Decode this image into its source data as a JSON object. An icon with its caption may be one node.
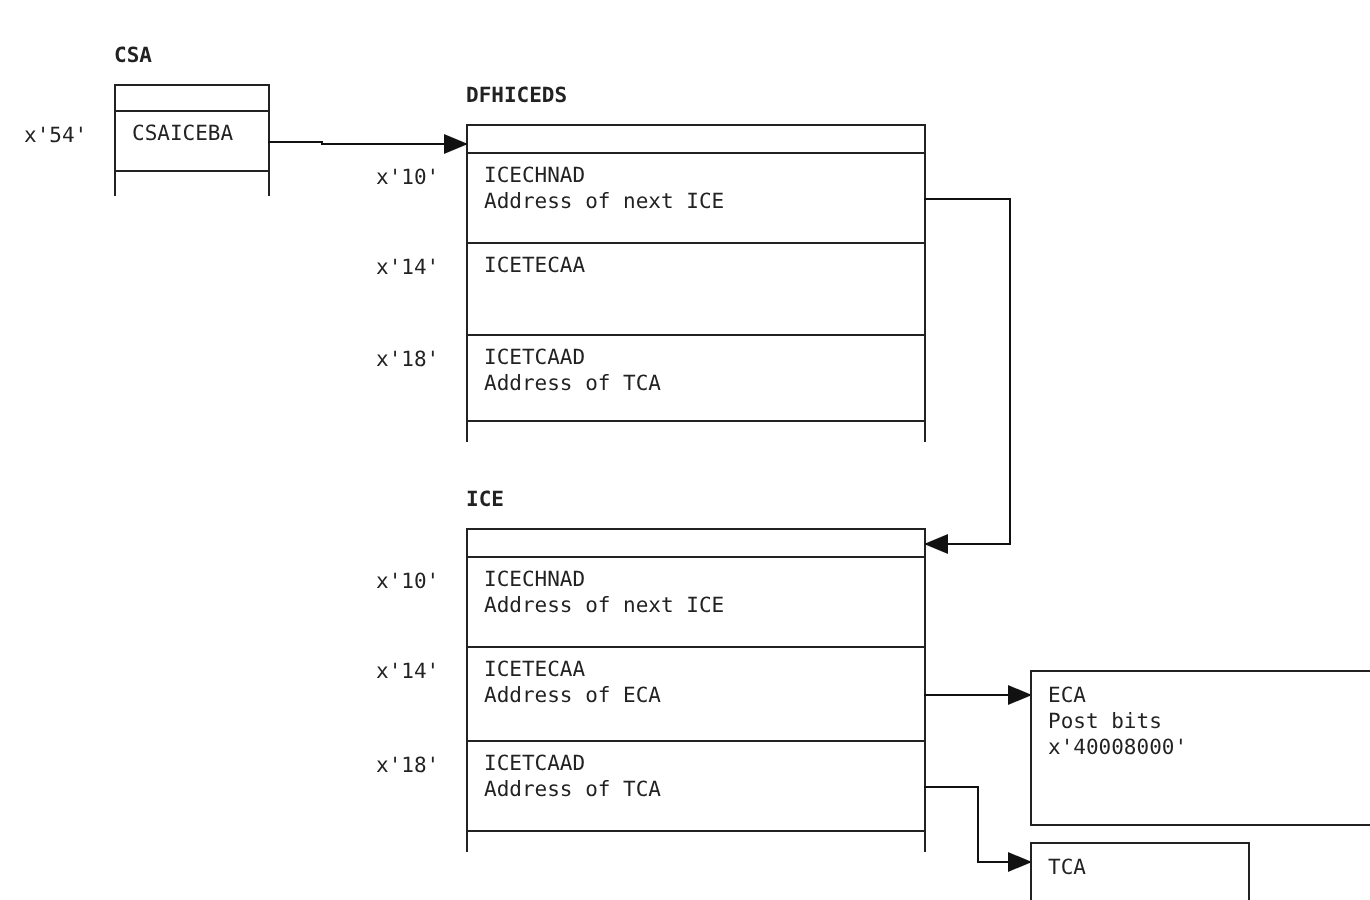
{
  "diagram": {
    "nodes": [
      {
        "text": [
          "CSA"
        ]
      },
      {
        "text": [
          "CSAICEBA"
        ],
        "in": 0,
        "beside": [
          "x'54'"
        ]
      },
      {
        "text": [
          "DFHICEDS"
        ]
      },
      {
        "text": [
          "ICECHNAD",
          "Address of next ICE"
        ],
        "in": 2,
        "beside": [
          "x'10'"
        ]
      },
      {
        "text": [
          "ICETECAA"
        ],
        "in": 2,
        "beside": [
          "x'14'"
        ]
      },
      {
        "text": [
          "ICETCAAD",
          "Address of TCA"
        ],
        "in": 2,
        "beside": [
          "x'18'"
        ]
      },
      {
        "text": [
          "ICE"
        ]
      },
      {
        "text": [
          "ICECHNAD",
          "Address of next ICE"
        ],
        "in": 6,
        "beside": [
          "x'10'"
        ]
      },
      {
        "text": [
          "ICETECAA",
          "Address of ECA"
        ],
        "in": 6,
        "beside": [
          "x'14'"
        ]
      },
      {
        "text": [
          "ICETCAAD",
          "Address of TCA"
        ],
        "in": 6,
        "beside": [
          "x'18'"
        ]
      },
      {
        "text": [
          "ECA",
          "Post bits",
          "x'40008000'"
        ]
      },
      {
        "text": [
          "TCA"
        ]
      }
    ],
    "edges": [
      {
        "from": 1,
        "to": 2,
        "arrow": "to"
      },
      {
        "from": 3,
        "to": 6,
        "arrow": "to"
      },
      {
        "from": 8,
        "to": 10,
        "arrow": "to"
      },
      {
        "from": 9,
        "to": 11,
        "arrow": "to"
      }
    ]
  }
}
